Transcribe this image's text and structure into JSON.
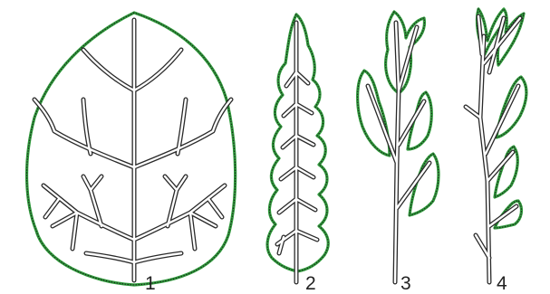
{
  "leaves": [
    {
      "id": "1",
      "label": "1"
    },
    {
      "id": "2",
      "label": "2"
    },
    {
      "id": "3",
      "label": "3"
    },
    {
      "id": "4",
      "label": "4"
    }
  ],
  "colors": {
    "outline": "#2e9a3a",
    "vein": "#2a2a2a",
    "background": "#ffffff"
  }
}
